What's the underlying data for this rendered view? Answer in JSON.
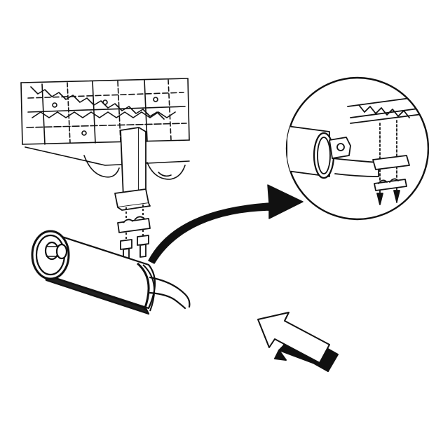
{
  "diagram": {
    "colors": {
      "ink": "#111111",
      "paper": "#ffffff",
      "shade": "#444444"
    },
    "components": [
      "vehicle-underbody-frame",
      "muffler-hanger-bracket",
      "hanger-bolts",
      "exhaust-muffler",
      "exhaust-pipe",
      "callout-arrow",
      "detail-magnifier-circle",
      "view-direction-arrow"
    ]
  }
}
